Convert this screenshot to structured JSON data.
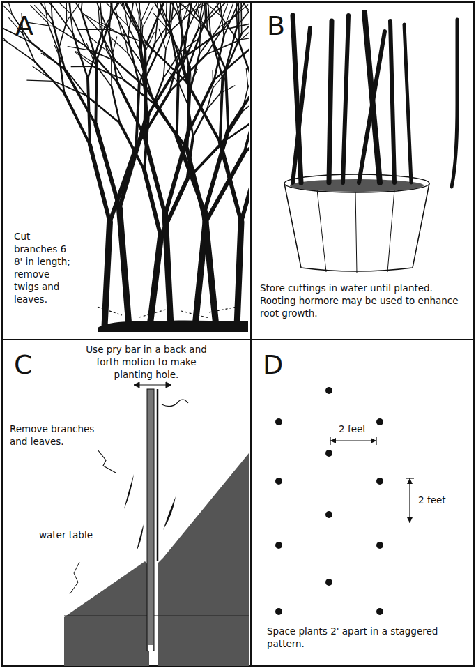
{
  "diagram": {
    "nodes": [
      {
        "text": [
          "A",
          "Cut branches 6–8' in length; remove twigs and leaves."
        ]
      },
      {
        "text": [
          "B",
          "Store cuttings in water until planted. Rooting hormore may be used to enhance root growth."
        ]
      },
      {
        "text": [
          "C"
        ]
      },
      {
        "text": [
          "D",
          "Space plants 2' apart in a staggered pattern."
        ]
      }
    ],
    "labels": [
      "Use pry bar in a back and forth motion to make planting hole.",
      "Remove branches and leaves.",
      "water table",
      "2 feet",
      "2 feet"
    ]
  }
}
